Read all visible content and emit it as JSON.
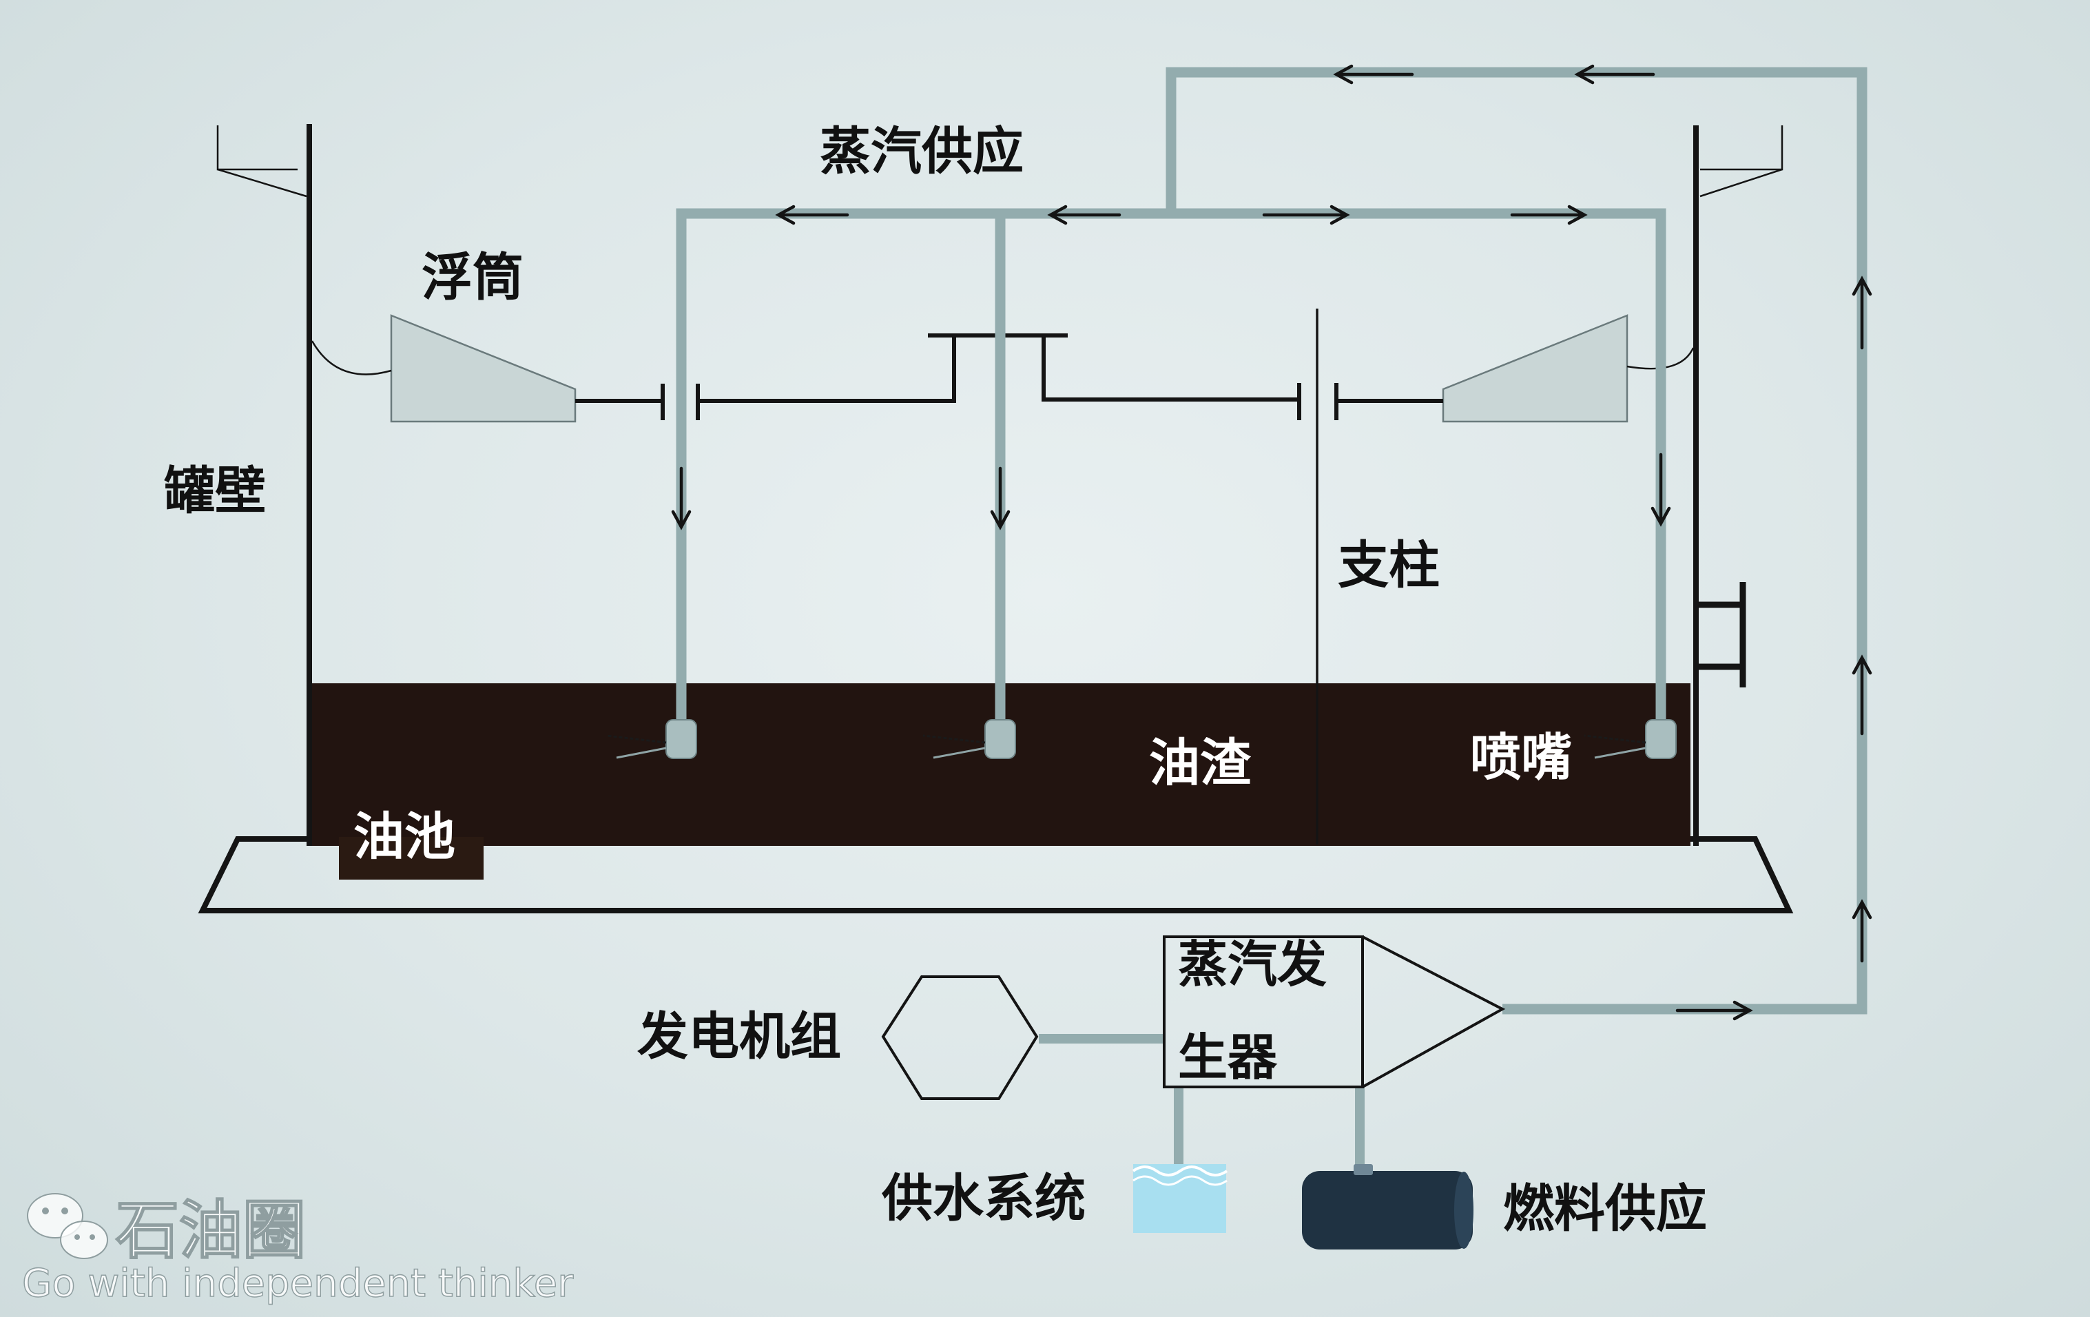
{
  "labels": {
    "steam_supply": "蒸汽供应",
    "pontoon": "浮筒",
    "tank_wall": "罐壁",
    "column": "支柱",
    "sludge": "油渣",
    "nozzle": "喷嘴",
    "oil_sump": "油池",
    "steam_gen_line1": "蒸汽发",
    "steam_gen_line2": "生器",
    "generator_set": "发电机组",
    "water_supply": "供水系统",
    "fuel_supply": "燃料供应"
  },
  "watermark": {
    "brand": "石油圈",
    "slogan": "Go with independent thinker",
    "icon": "wechat-icon"
  },
  "colors": {
    "background": "#dde7e8",
    "pipe": "#93acae",
    "sludge": "#221410",
    "outline": "#141414",
    "pontoon_fill": "#c9d6d6",
    "water": "#a8dff0",
    "fuel_tank": "#1f3242"
  }
}
